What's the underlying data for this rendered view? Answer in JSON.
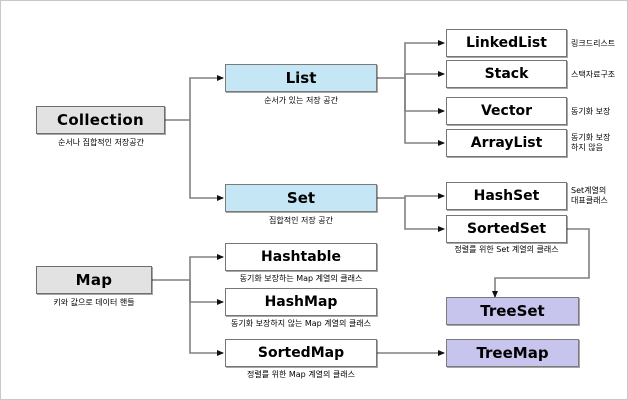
{
  "diagram": {
    "title": "Java Collection Framework hierarchy",
    "colors": {
      "root_fill": "#e2e2e2",
      "interface_fill": "#c5e6f5",
      "class_fill": "#ffffff",
      "tree_fill": "#c7c4ee",
      "connector": "#808080",
      "border": "#808080"
    },
    "nodes": {
      "collection": {
        "label": "Collection",
        "caption": "순서나 집합적인 저장공간"
      },
      "list": {
        "label": "List",
        "caption": "순서가 있는 저장 공간"
      },
      "set": {
        "label": "Set",
        "caption": "집합적인 저장 공간"
      },
      "linkedlist": {
        "label": "LinkedList",
        "caption": "링크드리스트"
      },
      "stack": {
        "label": "Stack",
        "caption": "스택자료구조"
      },
      "vector": {
        "label": "Vector",
        "caption": "동기화 보장"
      },
      "arraylist": {
        "label": "ArrayList",
        "caption": "동기화 보장\n하지 않음"
      },
      "hashset": {
        "label": "HashSet",
        "caption": "Set계열의\n대표클래스"
      },
      "sortedset": {
        "label": "SortedSet",
        "caption": "정렬를 위한 Set 계열의 클래스"
      },
      "treeset": {
        "label": "TreeSet",
        "caption": ""
      },
      "map": {
        "label": "Map",
        "caption": "키와 값으로 데이터 핸들"
      },
      "hashtable": {
        "label": "Hashtable",
        "caption": "동기화 보장하는 Map 계열의 클래스"
      },
      "hashmap": {
        "label": "HashMap",
        "caption": "동기화 보장하지 않는 Map 계열의 클래스"
      },
      "sortedmap": {
        "label": "SortedMap",
        "caption": "정렬를 위한 Map 계열의 클래스"
      },
      "treemap": {
        "label": "TreeMap",
        "caption": ""
      }
    }
  }
}
